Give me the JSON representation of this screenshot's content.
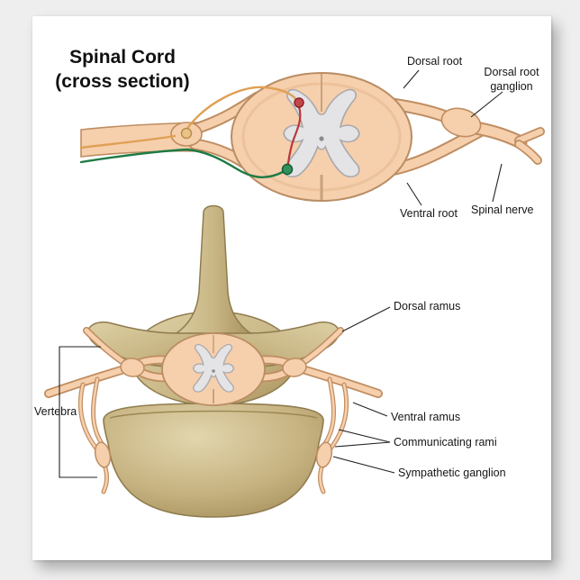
{
  "title": {
    "line1": "Spinal Cord",
    "line2": "(cross section)"
  },
  "labels": {
    "dorsal_root": "Dorsal root",
    "dorsal_root_ganglion_line1": "Dorsal root",
    "dorsal_root_ganglion_line2": "ganglion",
    "ventral_root": "Ventral root",
    "spinal_nerve": "Spinal nerve",
    "dorsal_ramus": "Dorsal ramus",
    "vertebra": "Vertebra",
    "ventral_ramus": "Ventral ramus",
    "communicating_rami": "Communicating rami",
    "sympathetic_ganglion": "Sympathetic ganglion"
  },
  "colors": {
    "nerve_fill": "#f6cfad",
    "nerve_outline": "#bf8d61",
    "gray_matter": "#e4e4e6",
    "bone_light": "#ddd0a4",
    "bone_dark": "#b39d6a",
    "sensory_neuron_orange": "#dfa054",
    "interneuron_red": "#b8373c",
    "motor_neuron_green": "#1f7a45",
    "leader_line": "#222222"
  }
}
